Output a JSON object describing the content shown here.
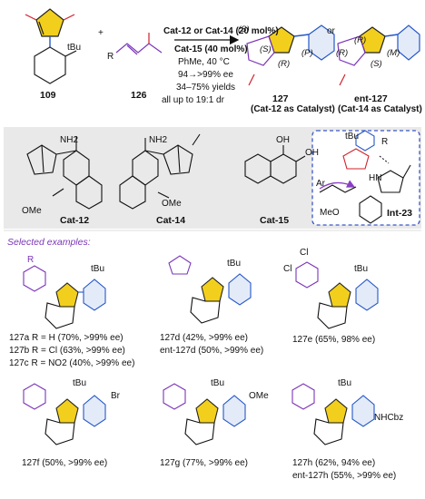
{
  "top": {
    "reactant1_label": "109",
    "reactant2_label": "126",
    "plus": "+",
    "tbu": "tBu",
    "r": "R",
    "cond1": "Cat-12 or Cat-14 (20 mol%)",
    "cond2": "Cat-15 (40 mol%)",
    "cond3": "PhMe, 40 °C",
    "cond4": "94→>99% ee",
    "cond5": "34–75% yields",
    "cond6": "all up to 19:1 dr",
    "stereo_127": [
      "(S)",
      "(S)",
      "(R)",
      "(P)"
    ],
    "stereo_ent": [
      "(R)",
      "(R)",
      "(S)",
      "(M)"
    ],
    "or": "or",
    "product_label": "127",
    "ent_product_label": "ent-127",
    "note_127": "(Cat-12 as Catalyst)",
    "note_ent_127": "(Cat-14 as Catalyst)"
  },
  "catalysts": {
    "nh2": "NH2",
    "ome": "OMe",
    "oh": "OH",
    "cooh": "OH",
    "cat12": "Cat-12",
    "cat14": "Cat-14",
    "cat15": "Cat-15",
    "int_tbu": "tBu",
    "ar": "Ar",
    "hn": "HN",
    "meo": "MeO",
    "int23": "Int-23"
  },
  "examples": {
    "heading": "Selected examples:",
    "cl": "Cl",
    "br": "Br",
    "ome": "OMe",
    "nhcbz": "NHCbz",
    "row1": [
      "127a R = H    (70%, >99% ee)",
      "127b R = Cl   (63%, >99% ee)",
      "127c R = NO2 (40%, >99% ee)",
      "127d         (42%, >99% ee)",
      "ent-127d (50%, >99% ee)",
      "127e (65%, 98% ee)"
    ],
    "row2": [
      "127f (50%, >99% ee)",
      "127g (77%, >99% ee)",
      "127h         (62%, 94% ee)",
      "ent-127h (55%, >99% ee)"
    ]
  },
  "colors": {
    "imide_fill": "#f2cf1c",
    "aryl_blue": "#2457c8",
    "enone_purple": "#7b35b8",
    "carbonyl_red": "#d0202a",
    "panel_gray": "#e9e9e9"
  }
}
